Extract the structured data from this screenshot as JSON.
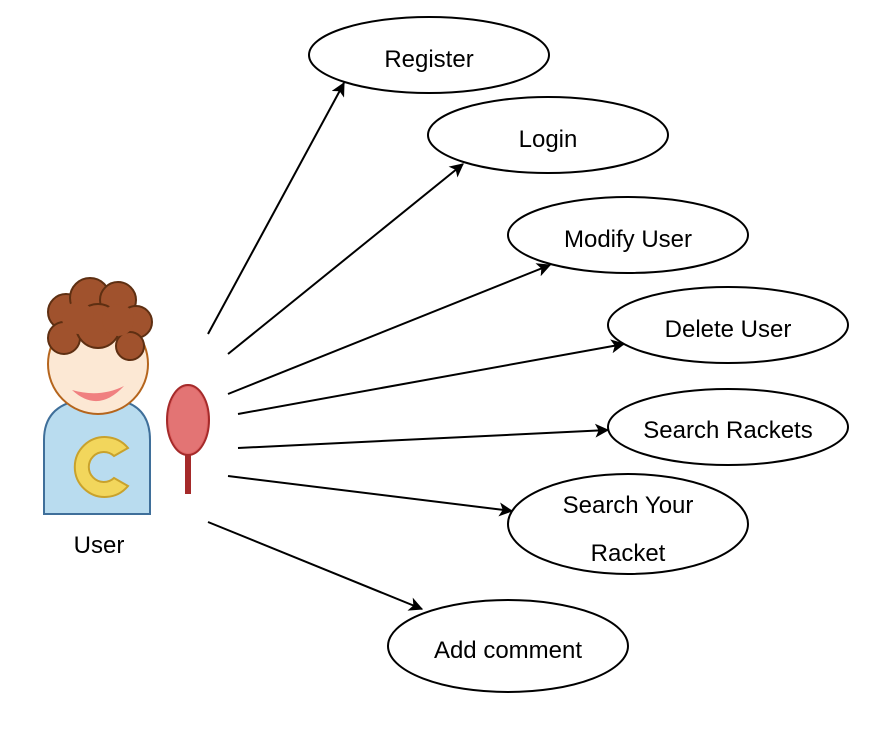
{
  "actor": {
    "label": "User",
    "icon": "user-avatar-icon",
    "colors": {
      "hair": "#a0522d",
      "skin": "#fce8d4",
      "shirt": "#b9dcef",
      "logo": "#f2d65c",
      "smile": "#f08080"
    }
  },
  "interface_marker": {
    "icon": "lollipop-icon",
    "fill": "#e06666",
    "stroke": "#a52a2a"
  },
  "use_cases": [
    {
      "label": "Register"
    },
    {
      "label": "Login"
    },
    {
      "label": "Modify User"
    },
    {
      "label": "Delete User"
    },
    {
      "label": "Search Rackets"
    },
    {
      "label_lines": [
        "Search Your",
        "Racket"
      ]
    },
    {
      "label": "Add comment"
    }
  ]
}
